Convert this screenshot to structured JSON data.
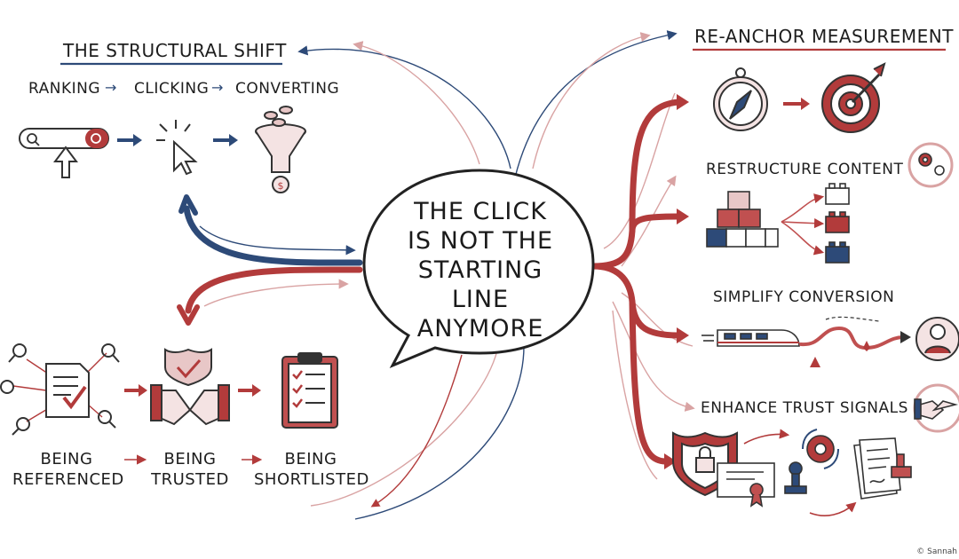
{
  "center": {
    "lines": [
      "THE CLICK",
      "IS NOT THE",
      "STARTING LINE",
      "ANYMORE"
    ]
  },
  "left": {
    "title": "THE STRUCTURAL SHIFT",
    "old_flow": [
      "RANKING",
      "CLICKING",
      "CONVERTING"
    ],
    "new_flow": [
      {
        "lines": [
          "BEING",
          "REFERENCED"
        ]
      },
      {
        "lines": [
          "BEING",
          "TRUSTED"
        ]
      },
      {
        "lines": [
          "BEING",
          "SHORTLISTED"
        ]
      }
    ]
  },
  "right": {
    "title": "RE-ANCHOR MEASUREMENT",
    "items": [
      "RESTRUCTURE CONTENT",
      "SIMPLIFY CONVERSION",
      "ENHANCE TRUST SIGNALS"
    ]
  },
  "footer": {
    "copyright": "© Sannah"
  },
  "colors": {
    "navy": "#2d4a78",
    "red": "#b23b3b",
    "pink": "#d9a3a3",
    "ink": "#2a2a2a"
  }
}
